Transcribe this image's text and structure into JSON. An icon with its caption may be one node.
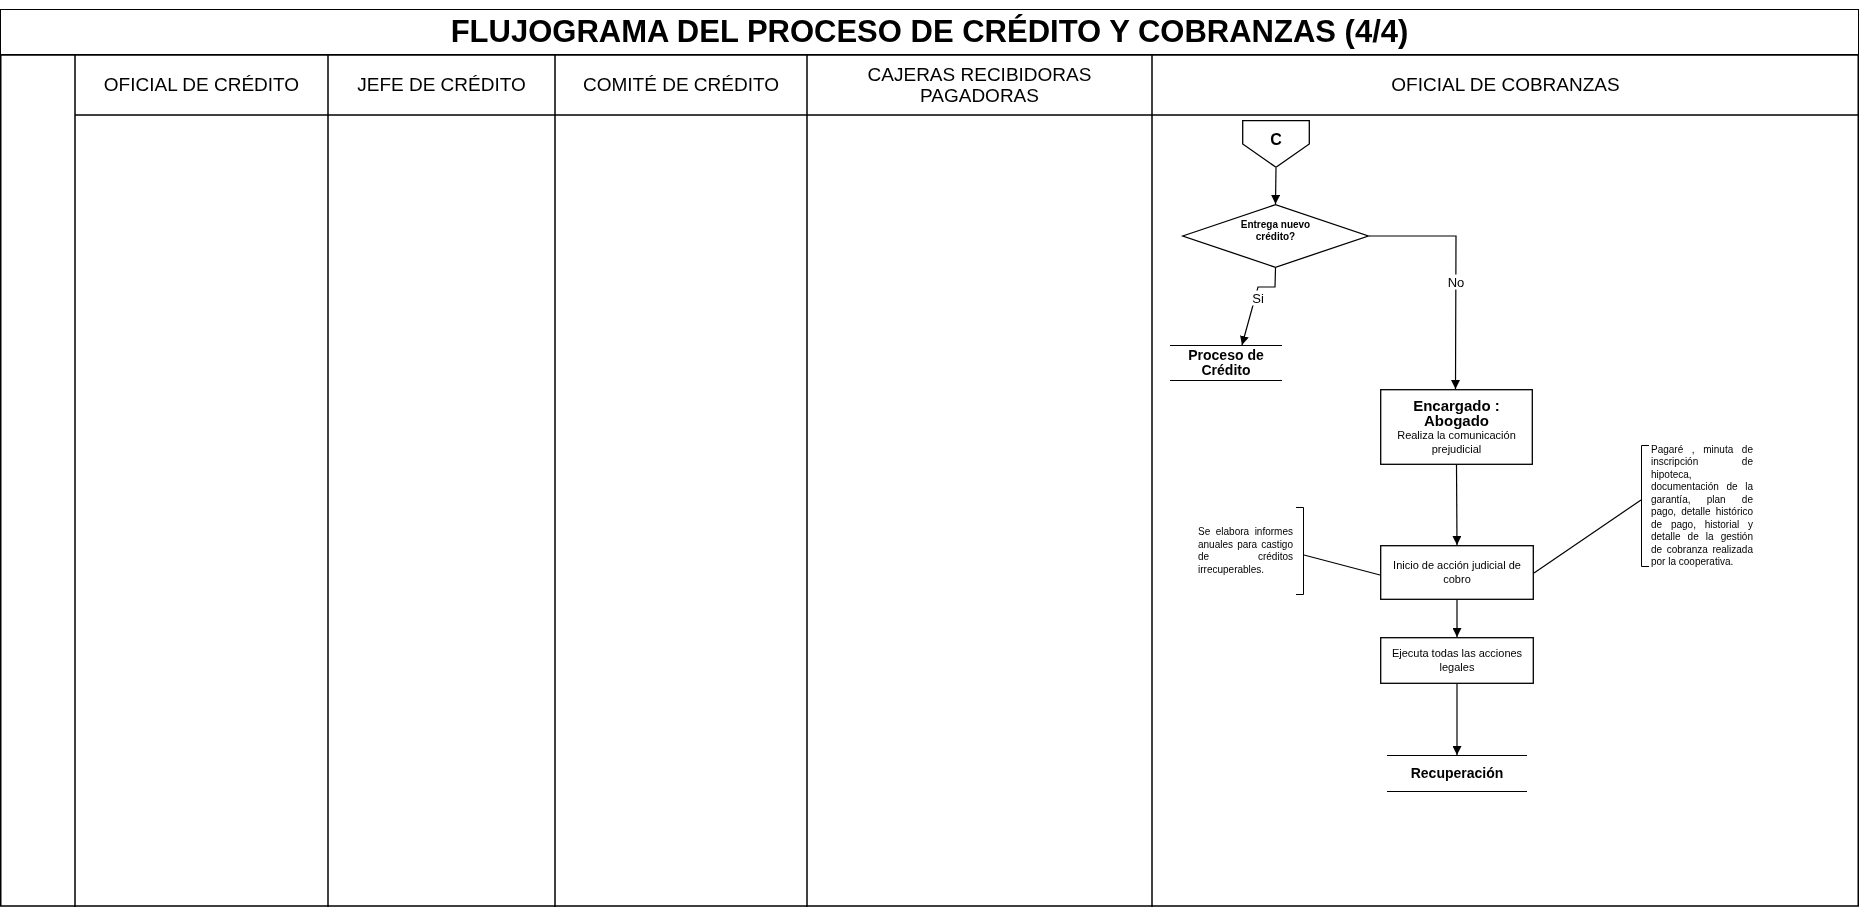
{
  "diagram": {
    "title": "FLUJOGRAMA DEL PROCESO DE CRÉDITO Y COBRANZAS  (4/4)",
    "nodes": [
      {
        "text": [
          "C"
        ]
      },
      {
        "text": [
          "Entrega nuevo crédito?"
        ]
      },
      {
        "text": [
          "Proceso de Crédito"
        ]
      },
      {
        "text": [
          "Encargado : Abogado",
          "Realiza la comunicación prejudicial"
        ]
      },
      {
        "text": [
          "Se elabora informes anuales para castigo de créditos irrecuperables."
        ]
      },
      {
        "text": [
          "Inicio de acción judicial de cobro"
        ]
      },
      {
        "text": [
          "Pagaré , minuta de inscripción de hipoteca, documentación de la garantía, plan de pago, detalle histórico de pago, historial y detalle de la gestión de cobranza realizada por la cooperativa."
        ]
      },
      {
        "text": [
          "Ejecuta todas las acciones legales"
        ]
      },
      {
        "text": [
          "Recuperación"
        ]
      }
    ],
    "edges": [
      {
        "from": 0,
        "to": 1,
        "arrow": "to"
      },
      {
        "from": 1,
        "to": 2,
        "arrow": "to",
        "label": "Si"
      },
      {
        "from": 1,
        "to": 3,
        "arrow": "to",
        "label": "No"
      },
      {
        "from": 3,
        "to": 5,
        "arrow": "to"
      },
      {
        "from": 4,
        "to": 5,
        "arrow": "none"
      },
      {
        "from": 5,
        "to": 6,
        "arrow": "none"
      },
      {
        "from": 5,
        "to": 7,
        "arrow": "to"
      },
      {
        "from": 7,
        "to": 8,
        "arrow": "to"
      }
    ],
    "labels": [
      "OFICIAL DE CRÉDITO",
      "JEFE DE CRÉDITO",
      "COMITÉ DE CRÉDITO",
      "CAJERAS RECIBIDORAS PAGADORAS",
      "OFICIAL DE COBRANZAS"
    ]
  }
}
